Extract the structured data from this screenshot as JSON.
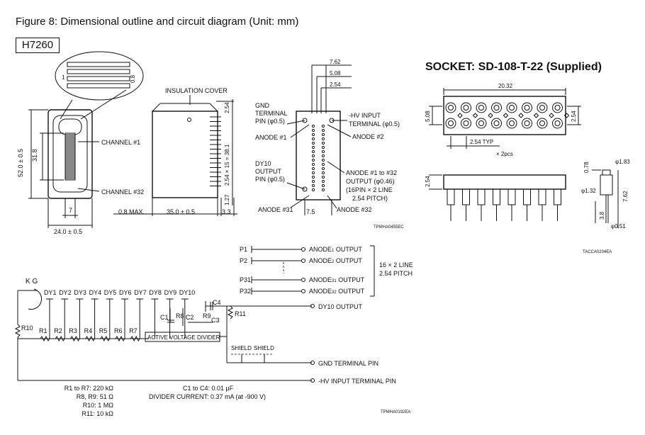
{
  "header": {
    "title": "Figure 8: Dimensional outline and circuit diagram (Unit: mm)",
    "model": "H7260",
    "socket_title": "SOCKET: SD-108-T-22 (Supplied)"
  },
  "outline": {
    "front_labels": {
      "channel1": "CHANNEL #1",
      "channel32": "CHANNEL #32",
      "height": "52.0 ± 0.5",
      "inner_height": "31.8",
      "inner_width": "7",
      "width": "24.0 ± 0.5",
      "detail_1": "1",
      "detail_08": "0.8"
    },
    "side_labels": {
      "insulation": "INSULATION COVER",
      "pin_span": "2.54 × 15 = 38.1",
      "top_dim": "2.54",
      "bottom_dim": "1.27",
      "max": "0.8 MAX.",
      "depth": "35.0 ± 0.5",
      "tail": "3.3"
    },
    "bottom_labels": {
      "d762": "7.62",
      "d508": "5.08",
      "d254": "2.54",
      "d75": "7.5",
      "gnd": "GND\nTERMINAL\nPIN (φ0.5)",
      "hv": "-HV INPUT\nTERMINAL (φ0.5)",
      "anode1": "ANODE #1",
      "anode2": "ANODE #2",
      "dy10": "DY10\nOUTPUT\nPIN (φ0.5)",
      "anode_out": "ANODE #1 to #32\nOUTPUT (φ0.46)\n(16PIN × 2 LINE\n2.54 PITCH)",
      "anode31": "ANODE #31",
      "anode32": "ANODE #32",
      "code": "TPMHA0455EC"
    }
  },
  "socket": {
    "width": "20.32",
    "height": "5.08",
    "pitch": "2.54 TYP",
    "count": "× 2pcs",
    "side_h": "2.54",
    "side_254": "2.54",
    "d183": "φ1.83",
    "d078": "0.78",
    "d132": "φ1.32",
    "d762": "7.62",
    "d38": "3.8",
    "d051": "φ0.51",
    "code": "TACCA0204EA"
  },
  "circuit": {
    "kg": "K G",
    "dynodes": [
      "DY1",
      "DY2",
      "DY3",
      "DY4",
      "DY5",
      "DY6",
      "DY7",
      "DY8",
      "DY9",
      "DY10"
    ],
    "resistors": [
      "R1",
      "R2",
      "R3",
      "R4",
      "R5",
      "R6",
      "R7"
    ],
    "r8": "R8",
    "r9": "R9",
    "r10": "R10",
    "r11": "R11",
    "c1": "C1",
    "c2": "C2",
    "c3": "C3",
    "c4": "C4",
    "divider": "ACTIVE VOLTAGE DIVIDER",
    "shield1": "SHIELD",
    "shield2": "SHIELD",
    "pins": [
      "P1",
      "P2",
      "P31",
      "P32"
    ],
    "outputs": [
      {
        "pre": "ANODE",
        "sub": "1",
        "post": " OUTPUT"
      },
      {
        "pre": "ANODE",
        "sub": "2",
        "post": " OUTPUT"
      },
      {
        "pre": "ANODE",
        "sub": "31",
        "post": " OUTPUT"
      },
      {
        "pre": "ANODE",
        "sub": "32",
        "post": " OUTPUT"
      }
    ],
    "line_note": "16 × 2 LINE\n2.54 PITCH",
    "dy10_out": "DY10 OUTPUT",
    "gnd_out": "GND TERMINAL PIN",
    "hv_out": "-HV INPUT TERMINAL PIN",
    "notes_left": [
      "R1 to R7: 220 kΩ",
      "R8, R9: 51 Ω",
      "R10: 1 MΩ",
      "R11: 10 kΩ"
    ],
    "notes_right": [
      "C1 to C4: 0.01 μF",
      "DIVIDER CURRENT: 0.37 mA (at -900 V)"
    ],
    "code": "TPMHA0192EA"
  }
}
